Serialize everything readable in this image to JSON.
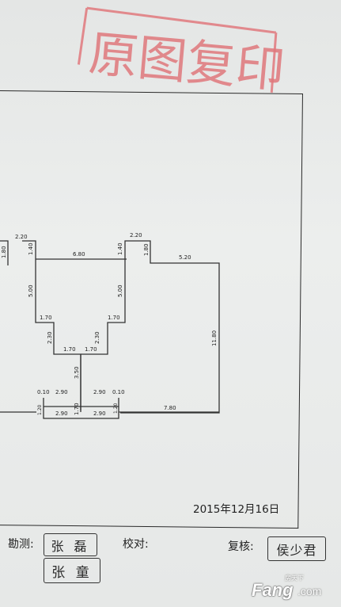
{
  "stamp": {
    "text": "原图复印",
    "color": "#e0787c"
  },
  "floorplan": {
    "dimensions": {
      "top_left_2_20": "2.20",
      "left_1_80": "1.80",
      "left_1_40": "1.40",
      "top_6_80": "6.80",
      "mid_1_40": "1.40",
      "top_right_2_20": "2.20",
      "right_1_80": "1.80",
      "right_5_20": "5.20",
      "left_5_00": "5.00",
      "mid_5_00": "5.00",
      "right_11_80": "11.80",
      "left_1_70": "1.70",
      "mid_1_70": "1.70",
      "left_2_30": "2.30",
      "mid_2_30": "2.30",
      "bottom_1_70_a": "1.70",
      "bottom_1_70_b": "1.70",
      "vert_3_50": "3.50",
      "left_0_10": "0.10",
      "left_2_90_top": "2.90",
      "right_2_90_top": "2.90",
      "right_0_10": "0.10",
      "small_left_1_20": "1.20",
      "small_right_1_20": "1.20",
      "left_2_90_bot": "2.90",
      "center_1_70": "1.70",
      "right_2_90_bot": "2.90",
      "bottom_7_80": "7.80"
    }
  },
  "footer": {
    "date": "2015年12月16日",
    "survey_label": "勘测:",
    "surveyor_1": "张 磊",
    "surveyor_2": "张 童",
    "proofread_label": "校对:",
    "review_label": "复核:",
    "reviewer": "侯少君"
  },
  "watermark": {
    "small": "房天下",
    "brand": "Fang",
    "domain": ".com"
  }
}
